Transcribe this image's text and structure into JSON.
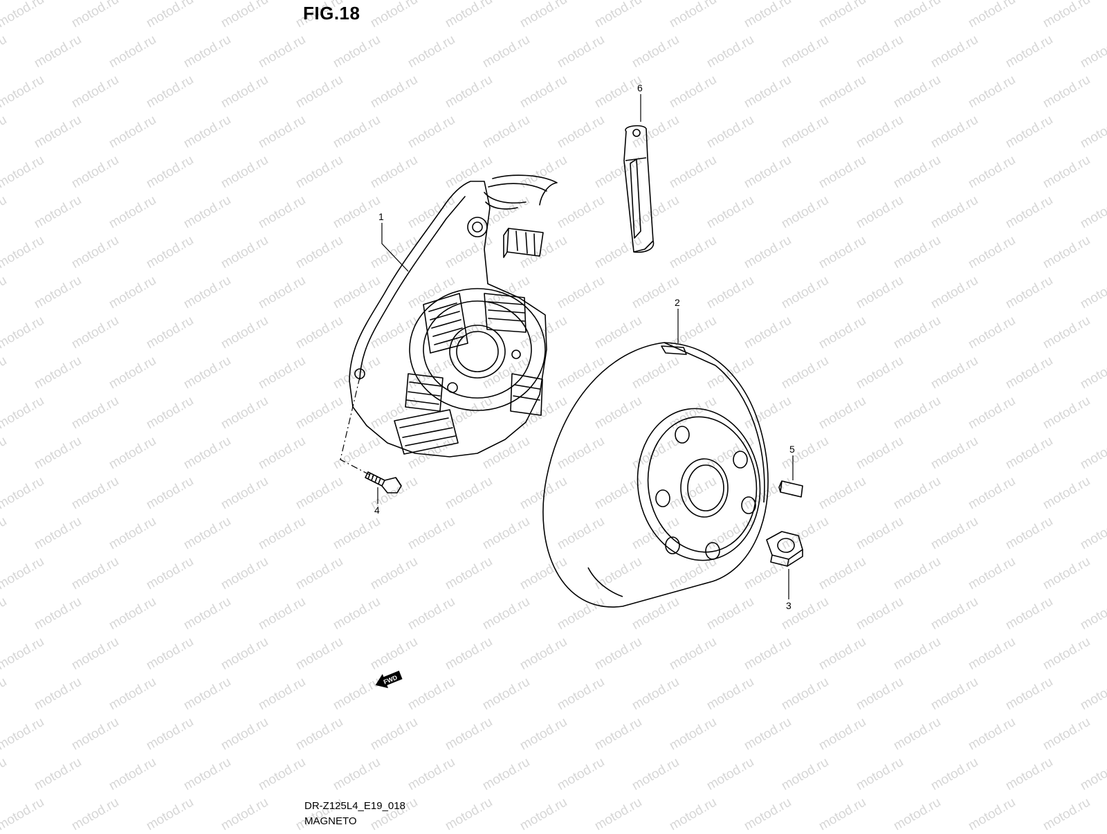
{
  "figure": {
    "title": "FIG.18",
    "drawing_code": "DR-Z125L4_E19_018",
    "assembly_name": "MAGNETO"
  },
  "callouts": [
    "1",
    "2",
    "3",
    "4",
    "5",
    "6"
  ],
  "direction_marker": "FWD",
  "watermark": {
    "text": "motod.ru",
    "color": "#d6d6d6"
  },
  "colors": {
    "line": "#000000",
    "background": "#ffffff"
  }
}
